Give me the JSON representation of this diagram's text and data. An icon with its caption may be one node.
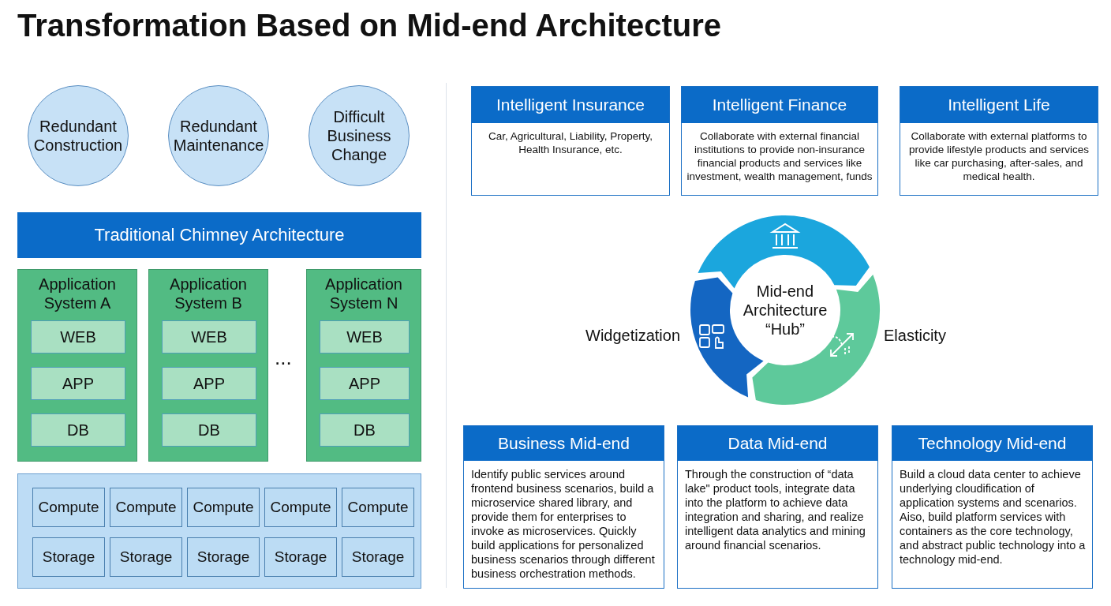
{
  "diagram": {
    "title": "Transformation Based on Mid-end Architecture",
    "nodes": [
      {
        "text": [
          "Redundant Construction"
        ]
      },
      {
        "text": [
          "Redundant Maintenance"
        ]
      },
      {
        "text": [
          "Difficult Business Change"
        ]
      },
      {
        "text": [
          "Traditional Chimney Architecture"
        ]
      },
      {
        "text": [
          "Application System A"
        ]
      },
      {
        "text": [
          "WEB"
        ],
        "in": 4
      },
      {
        "text": [
          "APP"
        ],
        "in": 4
      },
      {
        "text": [
          "DB"
        ],
        "in": 4
      },
      {
        "text": [
          "Application System B"
        ]
      },
      {
        "text": [
          "WEB"
        ],
        "in": 8
      },
      {
        "text": [
          "APP"
        ],
        "in": 8
      },
      {
        "text": [
          "DB"
        ],
        "in": 8
      },
      {
        "text": [
          "Application System N"
        ]
      },
      {
        "text": [
          "WEB"
        ],
        "in": 12
      },
      {
        "text": [
          "APP"
        ],
        "in": 12
      },
      {
        "text": [
          "DB"
        ],
        "in": 12
      },
      {
        "text": [],
        "shape": "box"
      },
      {
        "text": [
          "Compute"
        ],
        "in": 16
      },
      {
        "text": [
          "Compute"
        ],
        "in": 16
      },
      {
        "text": [
          "Compute"
        ],
        "in": 16
      },
      {
        "text": [
          "Compute"
        ],
        "in": 16
      },
      {
        "text": [
          "Compute"
        ],
        "in": 16
      },
      {
        "text": [
          "Storage"
        ],
        "in": 16
      },
      {
        "text": [
          "Storage"
        ],
        "in": 16
      },
      {
        "text": [
          "Storage"
        ],
        "in": 16
      },
      {
        "text": [
          "Storage"
        ],
        "in": 16
      },
      {
        "text": [
          "Storage"
        ],
        "in": 16
      },
      {
        "text": [
          "Intelligent Insurance",
          "Car, Agricultural, Liability, Property, Health Insurance, etc."
        ]
      },
      {
        "text": [
          "Intelligent Finance",
          "Collaborate with external financial institutions to provide non-insurance financial products and services like investment, wealth management, funds"
        ]
      },
      {
        "text": [
          "Intelligent Life",
          "Collaborate with external platforms to provide lifestyle products and services like car purchasing, after-sales, and medical health."
        ]
      },
      {
        "text": [
          "Mid-end Architecture “Hub”"
        ]
      },
      {
        "text": [
          "Business Mid-end",
          "Identify public services around frontend business scenarios, build a microservice shared library, and provide them for enterprises to invoke as microservices. Quickly build applications for personalized business scenarios through different business orchestration methods."
        ]
      },
      {
        "text": [
          "Data Mid-end",
          "Through the construction of “data lake\" product tools, integrate data into the platform to achieve data integration and sharing, and realize intelligent data analytics and mining around financial scenarios."
        ]
      },
      {
        "text": [
          "Technology Mid-end",
          "Build a cloud data center to achieve underlying cloudification of application systems and scenarios. Aiso, build platform services with containers as the core technology, and abstract public technology into a technology mid-end."
        ]
      }
    ],
    "labels": [
      "...",
      "Widgetization",
      "Elasticity"
    ]
  }
}
